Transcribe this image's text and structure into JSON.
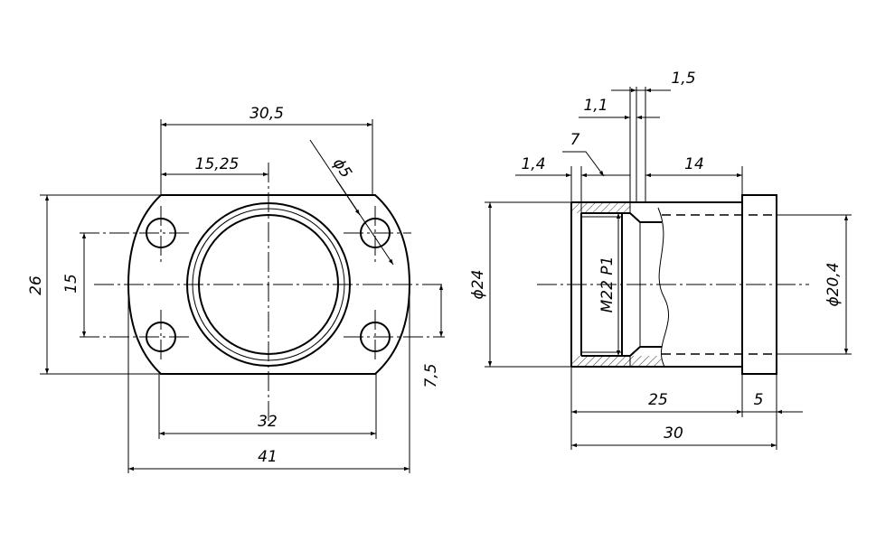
{
  "front_view": {
    "dim_top_width": "30,5",
    "dim_half_width": "15,25",
    "dim_hole_diameter": "ϕ5",
    "dim_total_height": "26",
    "dim_hole_spacing_v": "15",
    "dim_half_spacing_v": "7,5",
    "dim_hole_spacing_h": "32",
    "dim_total_width": "41"
  },
  "side_view": {
    "dim_top_groove": "1,5",
    "dim_groove_width": "1,1",
    "dim_leader": "7",
    "dim_left_wall": "1,4",
    "dim_right_len": "14",
    "dim_outer_diameter": "ϕ24",
    "thread_label": "M22 P1",
    "dim_inner_diameter": "ϕ20,4",
    "dim_body_len": "25",
    "dim_flange_len": "5",
    "dim_total_len": "30"
  }
}
